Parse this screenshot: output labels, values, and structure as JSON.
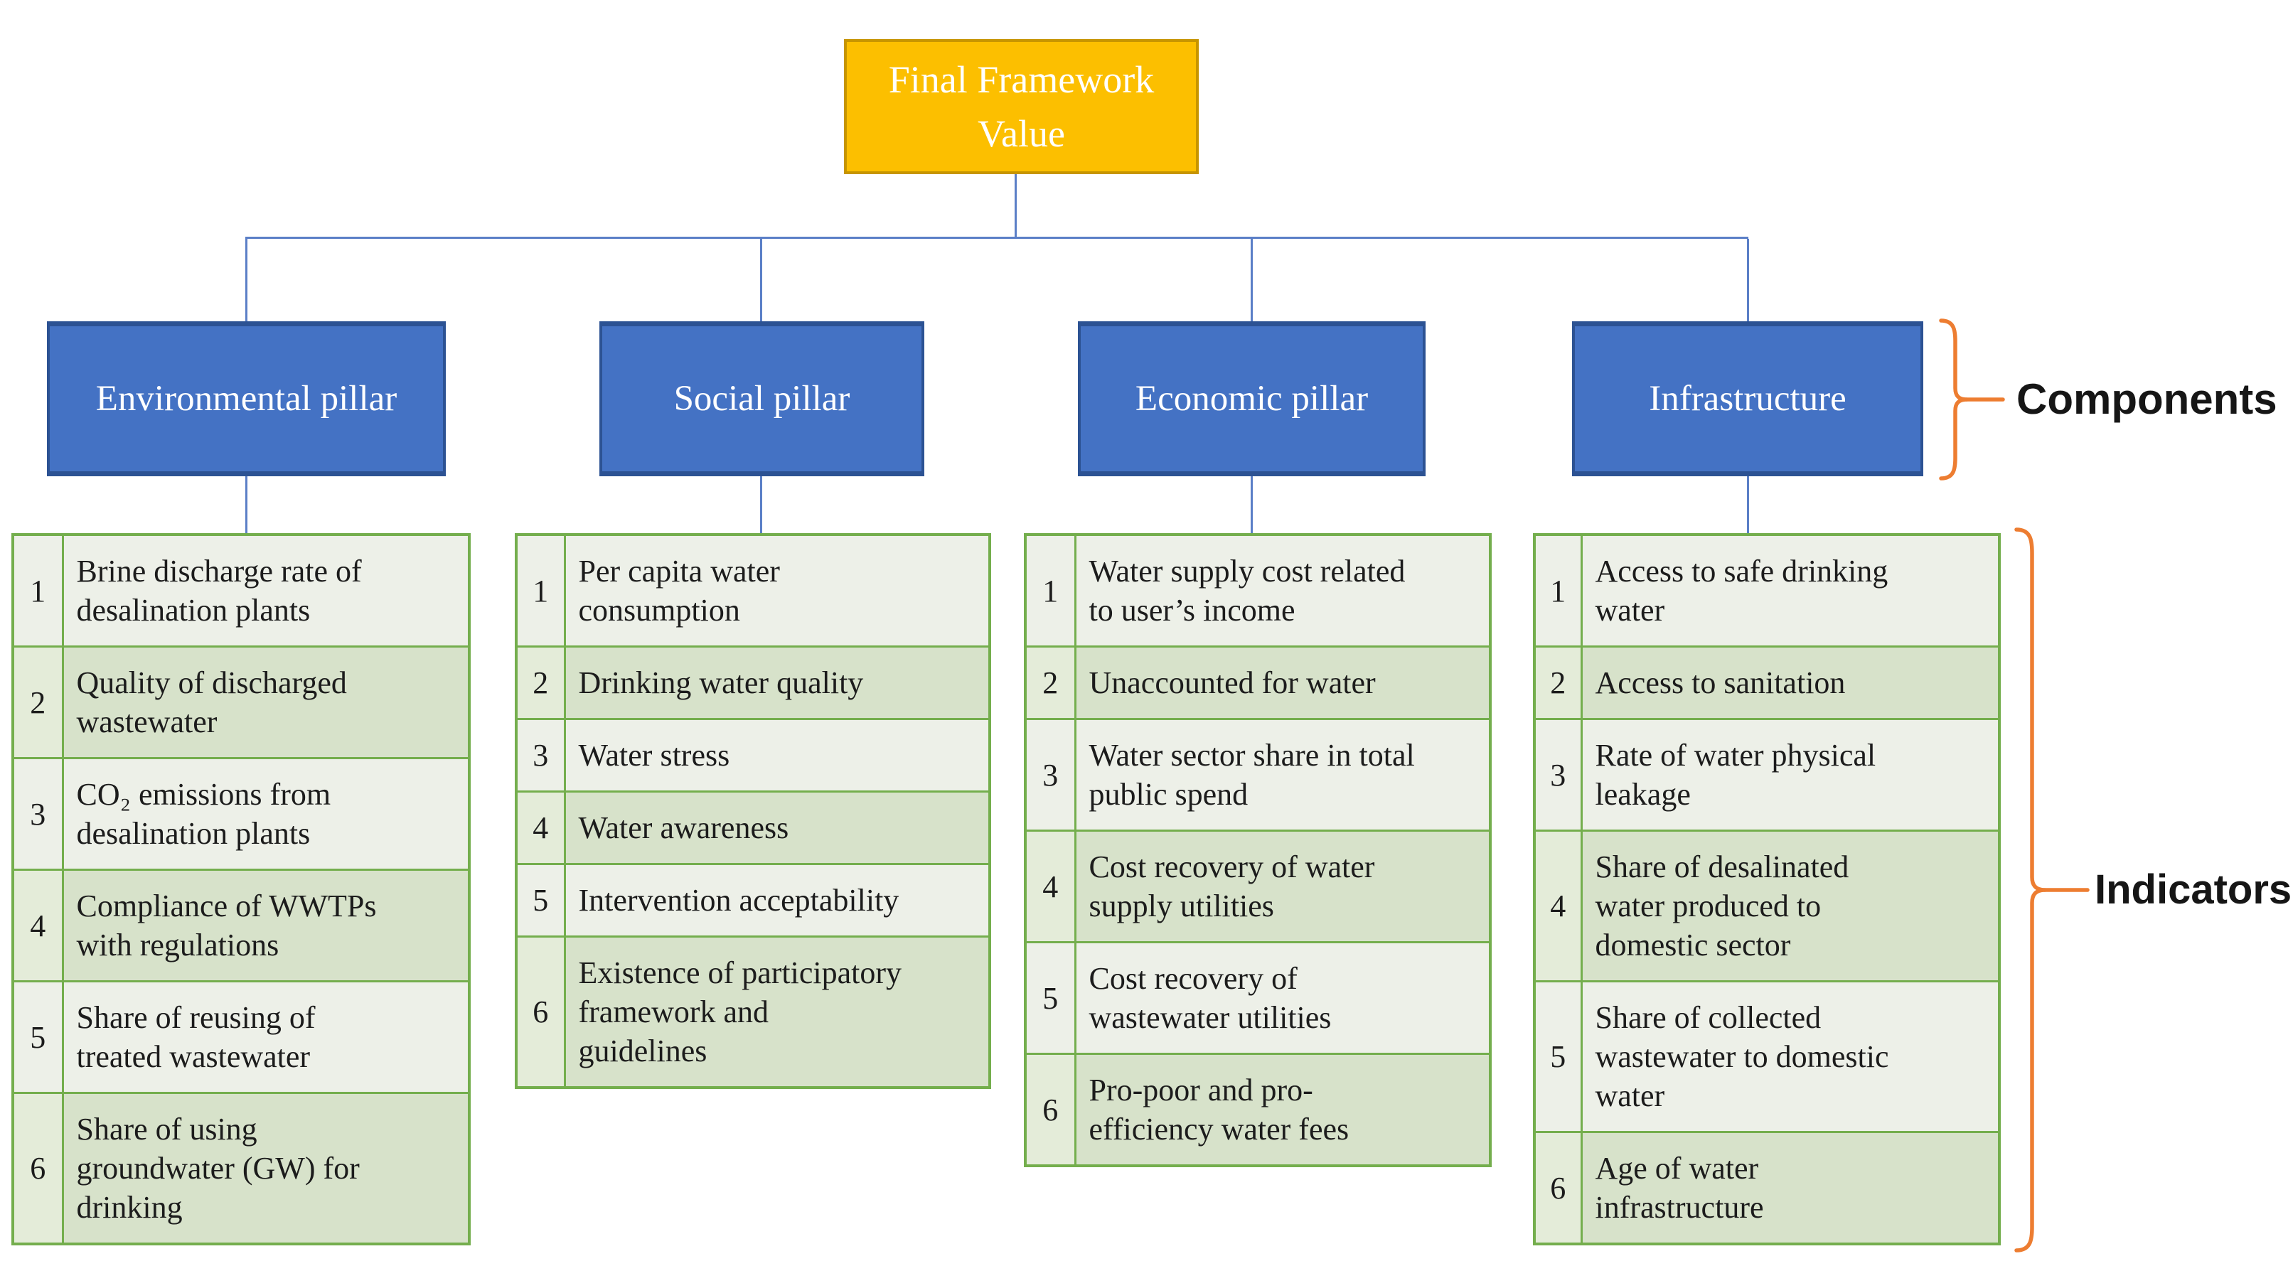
{
  "colors": {
    "root_fill": "#FCBF00",
    "root_border": "#C79500",
    "pillar_fill": "#4472C4",
    "pillar_border": "#2C5293",
    "connector": "#5B7FC7",
    "table_border": "#74AE4D",
    "row_light": "#EDF0E8",
    "row_dark": "#D7E2CA",
    "num_dark": "#E4ECD9",
    "brace": "#ED7D31"
  },
  "root_node": {
    "label": "Final Framework\nValue"
  },
  "annotations": {
    "components": "Components",
    "indicators": "Indicators"
  },
  "pillars": [
    {
      "id": "environmental",
      "label": "Environmental pillar",
      "indicators": [
        {
          "num": "1",
          "text": "Brine discharge rate of\ndesalination plants"
        },
        {
          "num": "2",
          "text": "Quality of discharged\nwastewater"
        },
        {
          "num": "3",
          "text": "CO₂ emissions from\ndesalination plants"
        },
        {
          "num": "4",
          "text": "Compliance of WWTPs\nwith regulations"
        },
        {
          "num": "5",
          "text": "Share of reusing of\ntreated wastewater"
        },
        {
          "num": "6",
          "text": "Share of using\ngroundwater (GW) for\ndrinking"
        }
      ]
    },
    {
      "id": "social",
      "label": "Social pillar",
      "indicators": [
        {
          "num": "1",
          "text": "Per capita water\nconsumption"
        },
        {
          "num": "2",
          "text": "Drinking water quality"
        },
        {
          "num": "3",
          "text": "Water stress"
        },
        {
          "num": "4",
          "text": "Water awareness"
        },
        {
          "num": "5",
          "text": "Intervention acceptability"
        },
        {
          "num": "6",
          "text": "Existence of participatory\nframework and\nguidelines"
        }
      ]
    },
    {
      "id": "economic",
      "label": "Economic pillar",
      "indicators": [
        {
          "num": "1",
          "text": "Water supply cost related\nto user’s income"
        },
        {
          "num": "2",
          "text": "Unaccounted for water"
        },
        {
          "num": "3",
          "text": "Water sector share in total\npublic spend"
        },
        {
          "num": "4",
          "text": "Cost recovery of water\nsupply utilities"
        },
        {
          "num": "5",
          "text": "Cost recovery of\nwastewater utilities"
        },
        {
          "num": "6",
          "text": "Pro-poor and pro-\nefficiency water fees"
        }
      ]
    },
    {
      "id": "infrastructure",
      "label": "Infrastructure",
      "indicators": [
        {
          "num": "1",
          "text": "Access to safe drinking\nwater"
        },
        {
          "num": "2",
          "text": "Access to sanitation"
        },
        {
          "num": "3",
          "text": "Rate of water physical\nleakage"
        },
        {
          "num": "4",
          "text": "Share of desalinated\nwater produced to\ndomestic sector"
        },
        {
          "num": "5",
          "text": "Share of collected\nwastewater to domestic\nwater"
        },
        {
          "num": "6",
          "text": "Age of water\ninfrastructure"
        }
      ]
    }
  ]
}
